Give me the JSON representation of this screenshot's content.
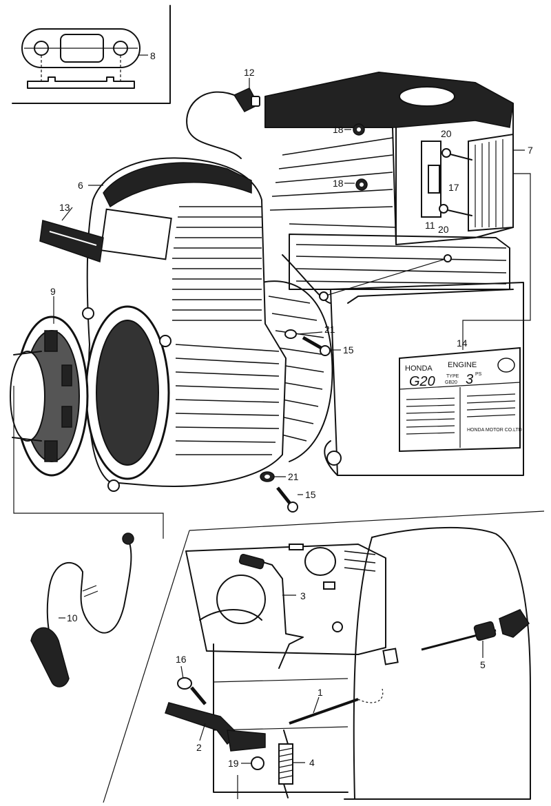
{
  "callouts": [
    {
      "id": "c1",
      "text": "1"
    },
    {
      "id": "c2",
      "text": "2"
    },
    {
      "id": "c3",
      "text": "3"
    },
    {
      "id": "c4",
      "text": "4"
    },
    {
      "id": "c5",
      "text": "5"
    },
    {
      "id": "c6",
      "text": "6"
    },
    {
      "id": "c7",
      "text": "7"
    },
    {
      "id": "c8",
      "text": "8"
    },
    {
      "id": "c9",
      "text": "9"
    },
    {
      "id": "c10",
      "text": "10"
    },
    {
      "id": "c11",
      "text": "11"
    },
    {
      "id": "c12",
      "text": "12"
    },
    {
      "id": "c13",
      "text": "13"
    },
    {
      "id": "c14",
      "text": "14"
    },
    {
      "id": "c15a",
      "text": "15"
    },
    {
      "id": "c15b",
      "text": "15"
    },
    {
      "id": "c16",
      "text": "16"
    },
    {
      "id": "c17",
      "text": "17"
    },
    {
      "id": "c18a",
      "text": "18"
    },
    {
      "id": "c18b",
      "text": "18"
    },
    {
      "id": "c19",
      "text": "19"
    },
    {
      "id": "c20a",
      "text": "20"
    },
    {
      "id": "c20b",
      "text": "20"
    },
    {
      "id": "c21a",
      "text": "21"
    },
    {
      "id": "c21b",
      "text": "21"
    }
  ],
  "nameplate": {
    "brand": "HONDA",
    "engine": "ENGINE",
    "model": "G20",
    "type_label": "TYPE",
    "type_code": "GB20",
    "power": "3",
    "power_unit": "PS",
    "maker": "HONDA MOTOR CO.LTD"
  }
}
